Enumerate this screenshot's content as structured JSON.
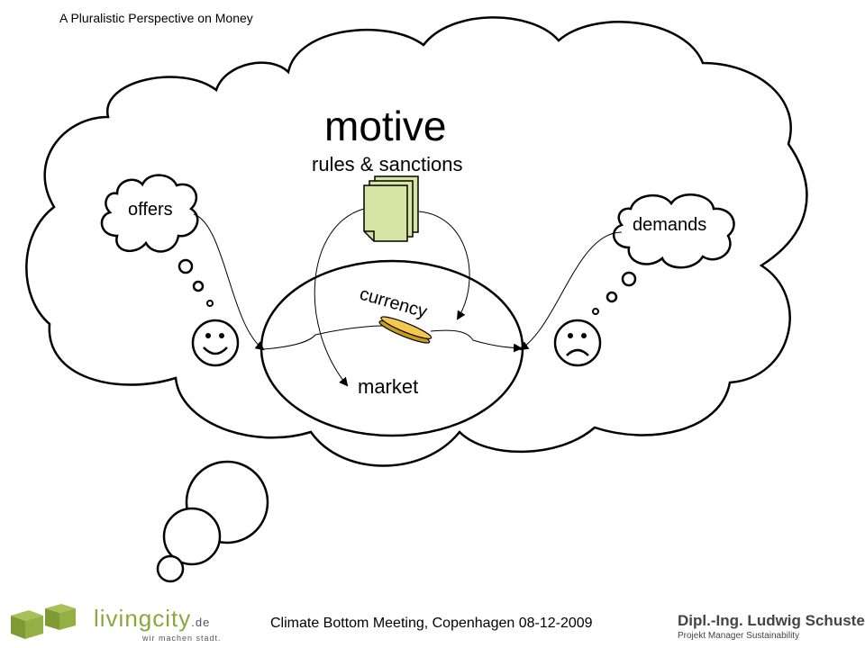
{
  "header": {
    "subtitle": "A Pluralistic Perspective on Money"
  },
  "diagram": {
    "motive": "motive",
    "rules": "rules & sanctions",
    "offers": "offers",
    "demands": "demands",
    "currency": "currency",
    "market": "market"
  },
  "footer": {
    "event": "Climate Bottom Meeting, Copenhagen 08-12-2009",
    "logo_left_name_a": "livingcity",
    "logo_left_tld": ".de",
    "logo_left_slogan": "wir machen stadt.",
    "logo_right_name": "Dipl.-Ing. Ludwig Schuster",
    "logo_right_title": "Projekt Manager Sustainability"
  },
  "colors": {
    "document_fill": "#d6e4a5",
    "coin_fill": "#f2c94c",
    "logo_green": "#8aa83a",
    "logo_text_gray": "#555555"
  }
}
